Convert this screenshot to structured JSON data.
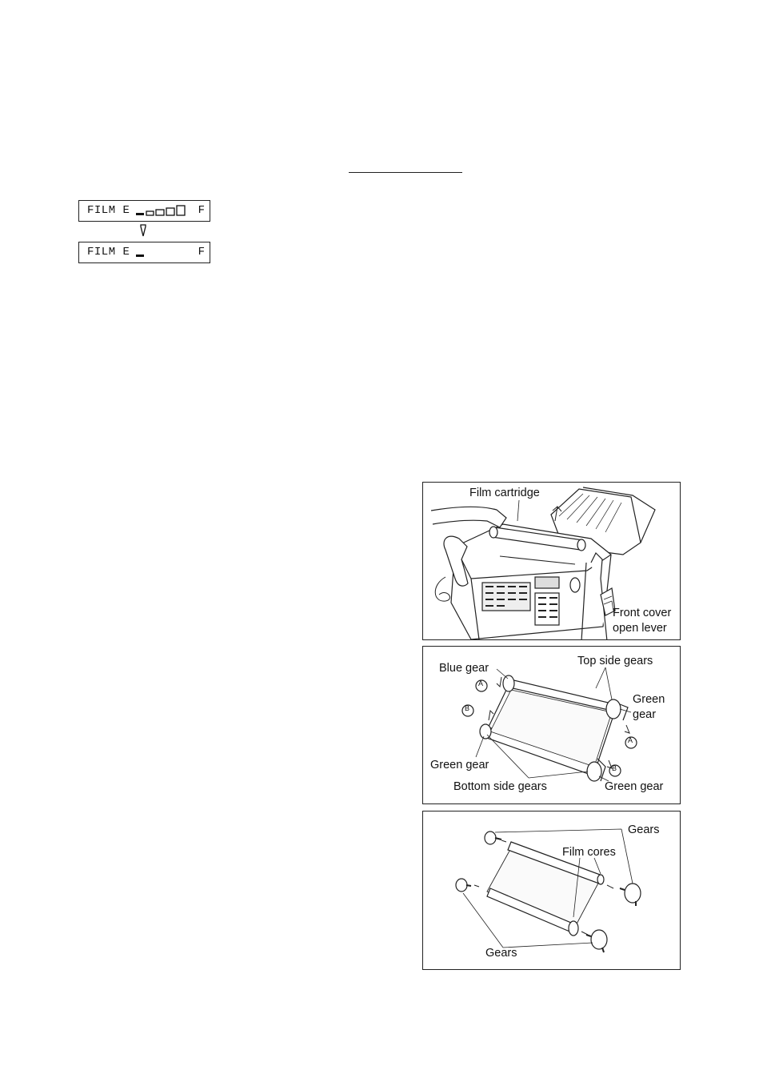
{
  "display_top": {
    "prefix": "FILM E",
    "suffix": "F"
  },
  "display_bottom": {
    "prefix": "FILM E",
    "suffix": "F"
  },
  "fig1": {
    "film_cartridge": "Film cartridge",
    "front_cover_line1": "Front cover",
    "front_cover_line2": "open lever"
  },
  "fig2": {
    "blue_gear": "Blue gear",
    "top_side_gears": "Top side gears",
    "green_gear_r1": "Green",
    "green_gear_r2": "gear",
    "green_gear_left": "Green gear",
    "bottom_side_gears": "Bottom side gears",
    "green_gear_bottom": "Green gear",
    "marker_a": "A",
    "marker_b": "B"
  },
  "fig3": {
    "gears_top": "Gears",
    "film_cores": "Film cores",
    "gears_bottom": "Gears"
  }
}
